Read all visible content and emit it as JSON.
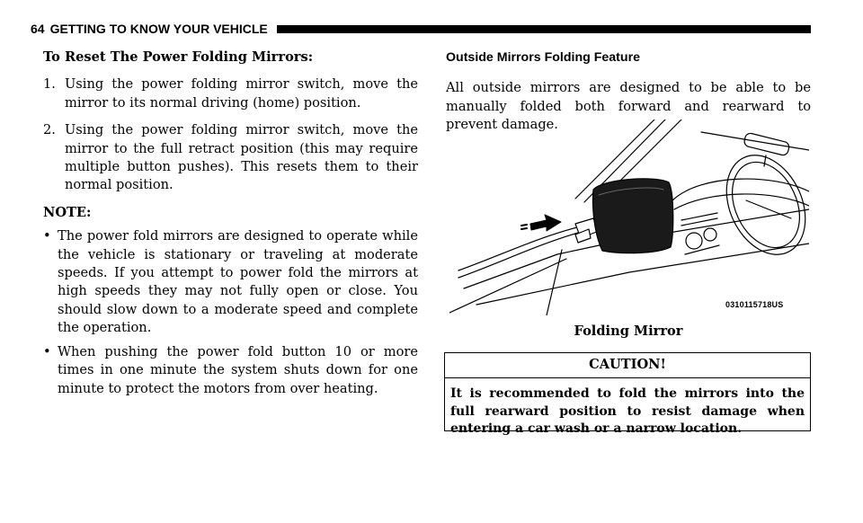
{
  "header": {
    "page_number": "64",
    "title": "GETTING TO KNOW YOUR VEHICLE"
  },
  "left": {
    "subheading": "To Reset The Power Folding Mirrors:",
    "steps": [
      {
        "num": "1.",
        "text": "Using the power folding mirror switch, move the mirror to its normal driving (home) position."
      },
      {
        "num": "2.",
        "text": "Using the power folding mirror switch, move the mirror to the full retract position (this may require multiple button pushes). This resets them to their normal position."
      }
    ],
    "note_label": "NOTE:",
    "bullets": [
      "The power fold mirrors are designed to operate while the vehicle is stationary or traveling at moderate speeds. If you attempt to power fold the mirrors at high speeds they may not fully open or close. You should slow down to a moderate speed and complete the operation.",
      "When pushing the power fold button 10 or more times in one minute the system shuts down for one minute to protect the motors from over heating."
    ]
  },
  "right": {
    "heading": "Outside Mirrors Folding Feature",
    "paragraph": "All outside mirrors are designed to be able to be manually folded both forward and rearward to prevent damage.",
    "figure_code": "0310115718US",
    "caption": "Folding Mirror",
    "caution": {
      "title": "CAUTION!",
      "text": "It is recommended to fold the mirrors into the full rearward position to resist damage when entering a car wash or a narrow location."
    }
  },
  "colors": {
    "text": "#000000",
    "background": "#ffffff"
  }
}
